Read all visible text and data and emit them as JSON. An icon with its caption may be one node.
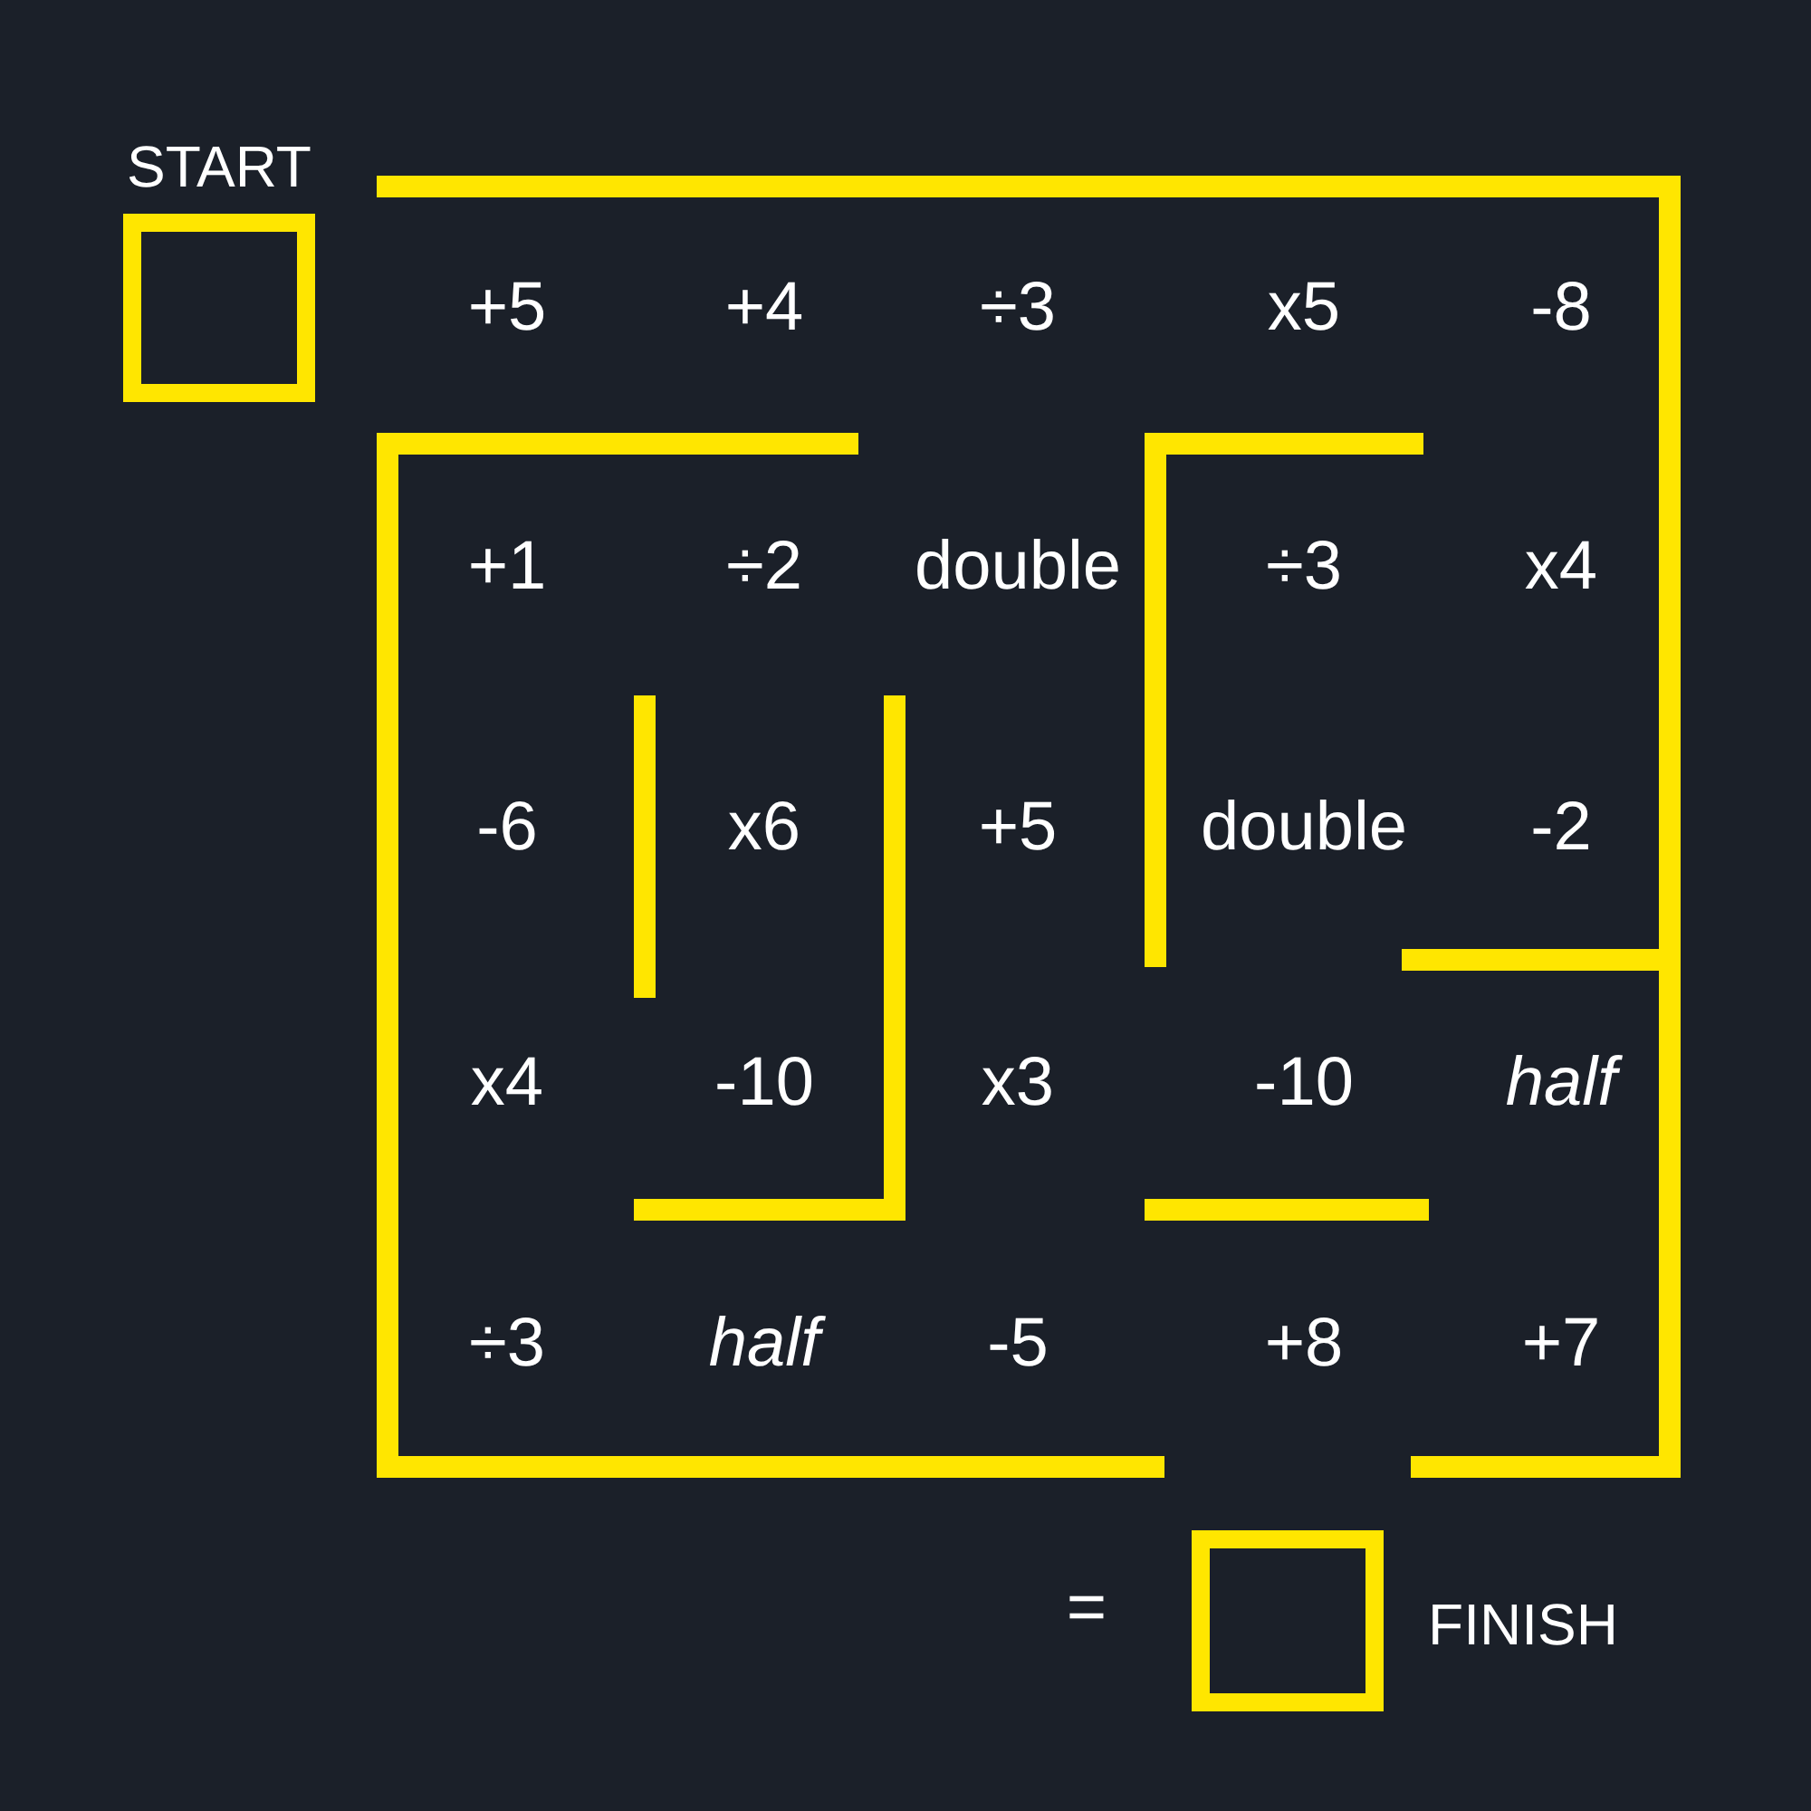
{
  "diagram": {
    "nodes": [
      {
        "text": [
          "START"
        ]
      },
      {
        "text": [
          "FINISH"
        ]
      }
    ],
    "labels": [
      "+5",
      "+4",
      "÷3",
      "x5",
      "-8",
      "+1",
      "÷2",
      "double",
      "÷3",
      "x4",
      "-6",
      "x6",
      "+5",
      "double",
      "-2",
      "x4",
      "-10",
      "x3",
      "-10",
      "half",
      "÷3",
      "half",
      "-5",
      "+8",
      "+7",
      "="
    ]
  }
}
